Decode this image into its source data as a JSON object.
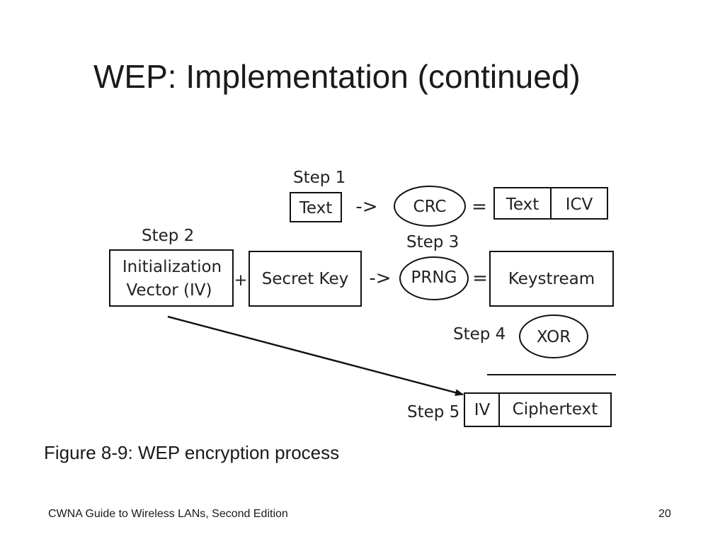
{
  "slide": {
    "title": "WEP: Implementation (continued)",
    "caption": "Figure 8-9: WEP encryption process",
    "footer_text": "CWNA Guide to Wireless LANs, Second Edition",
    "page_number": "20"
  },
  "diagram": {
    "steps": {
      "step1": "Step 1",
      "step2": "Step 2",
      "step3": "Step 3",
      "step4": "Step 4",
      "step5": "Step 5"
    },
    "nodes": {
      "text_input": "Text",
      "crc": "CRC",
      "text_out": "Text",
      "icv": "ICV",
      "iv_line1": "Initialization",
      "iv_line2": "Vector (IV)",
      "secret_key": "Secret Key",
      "prng": "PRNG",
      "keystream": "Keystream",
      "xor": "XOR",
      "iv_out": "IV",
      "ciphertext": "Ciphertext"
    },
    "operators": {
      "arrow": "->",
      "equals": "=",
      "plus": "+"
    }
  }
}
